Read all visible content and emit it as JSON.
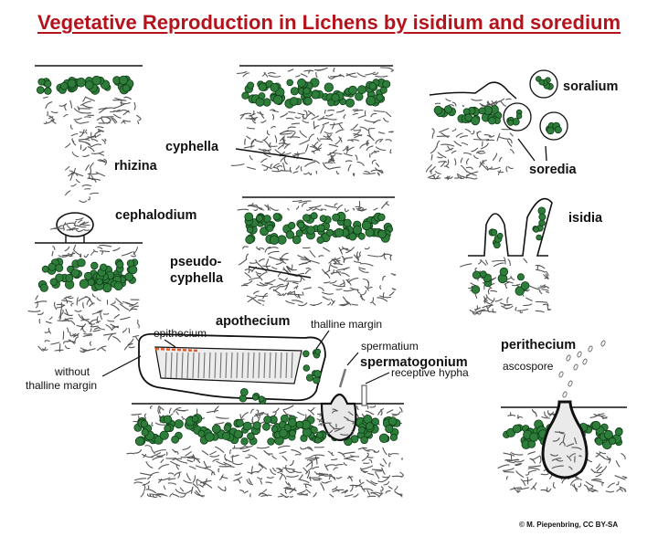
{
  "title": "Vegetative Reproduction in Lichens by isidium and soredium",
  "labels": {
    "rhizina": "rhizina",
    "cyphella": "cyphella",
    "cephalodium": "cephalodium",
    "pseudocyphella_1": "pseudo-",
    "pseudocyphella_2": "cyphella",
    "soralium": "soralium",
    "soredia": "soredia",
    "isidia": "isidia",
    "apothecium": "apothecium",
    "epithecium": "epithecium",
    "thalline_margin": "thalline margin",
    "without_margin_1": "without",
    "without_margin_2": "thalline margin",
    "spermatium": "spermatium",
    "spermatogonium": "spermatogonium",
    "receptive_hypha": "receptive hypha",
    "perithecium": "perithecium",
    "ascospore": "ascospore"
  },
  "credit": "© M. Piepenbring, CC BY-SA",
  "colors": {
    "title": "#b5121b",
    "alga": "#2e7d3a",
    "alga_edge": "#0f3d17",
    "hypha": "#555555",
    "epithecium": "#e05a2a"
  }
}
